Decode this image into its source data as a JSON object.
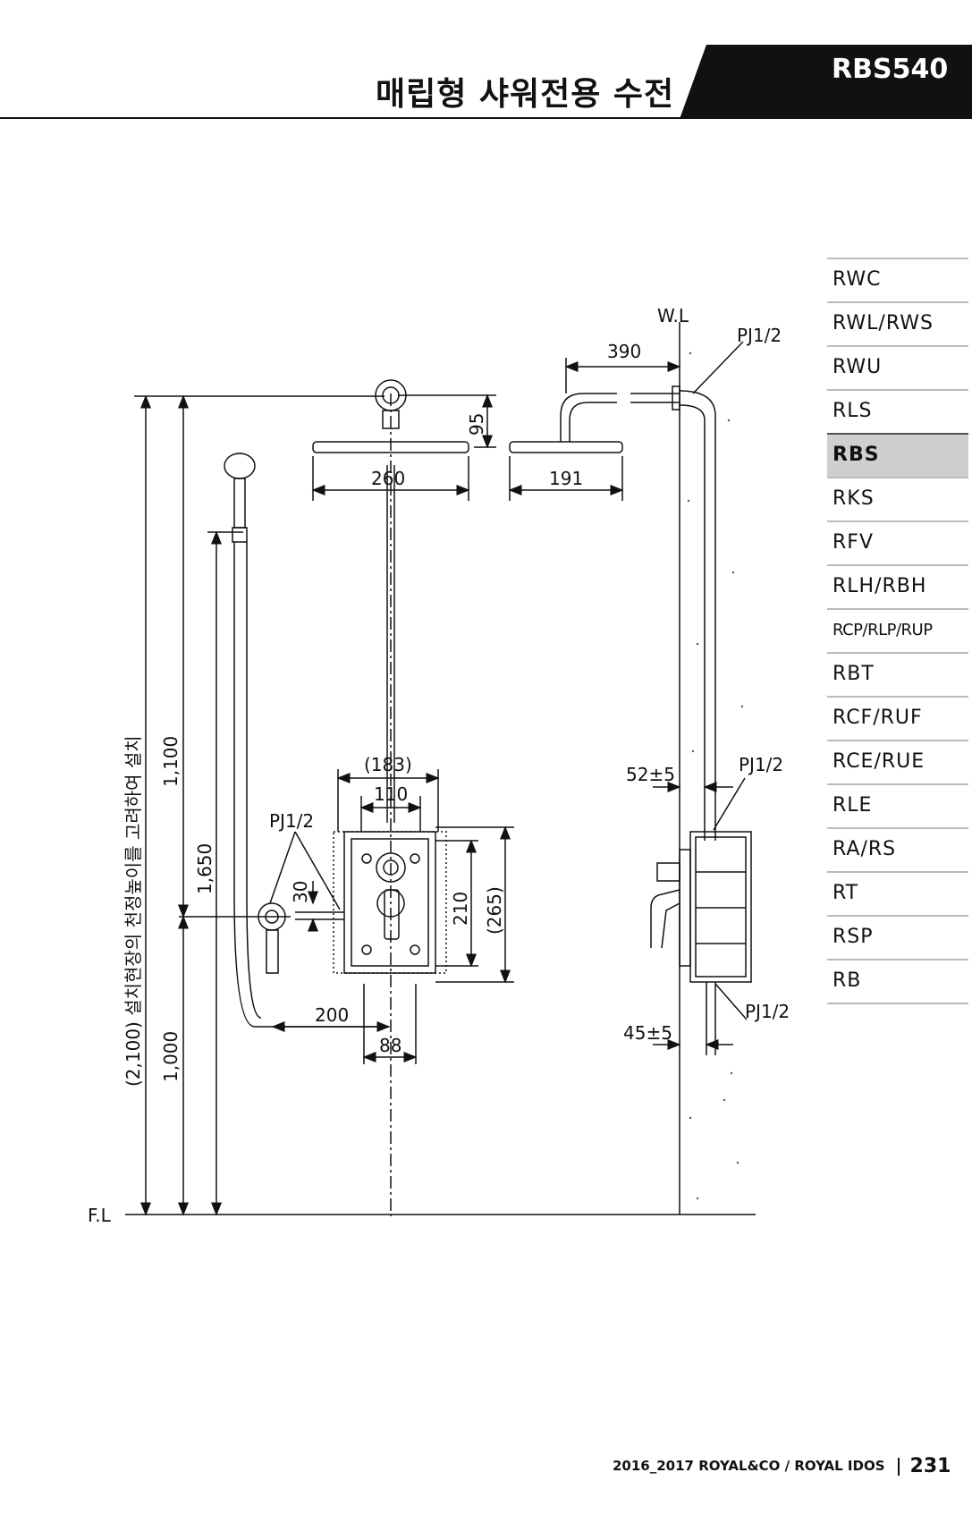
{
  "header": {
    "title": "매립형 샤워전용 수전",
    "model": "RBS540"
  },
  "nav": {
    "items": [
      {
        "label": "RWC"
      },
      {
        "label": "RWL/RWS"
      },
      {
        "label": "RWU"
      },
      {
        "label": "RLS"
      },
      {
        "label": "RBS",
        "active": true
      },
      {
        "label": "RKS"
      },
      {
        "label": "RFV"
      },
      {
        "label": "RLH/RBH"
      },
      {
        "label": "RCP/RLP/RUP"
      },
      {
        "label": "RBT"
      },
      {
        "label": "RCF/RUF"
      },
      {
        "label": "RCE/RUE"
      },
      {
        "label": "RLE"
      },
      {
        "label": "RA/RS"
      },
      {
        "label": "RT"
      },
      {
        "label": "RSP"
      },
      {
        "label": "RB"
      }
    ]
  },
  "drawing": {
    "wall_line": "W.L",
    "floor_line": "F.L",
    "install_note": "(2,100) 설치현장의 천정높이를 고려하여 설치",
    "h_1100": "1,100",
    "h_1650": "1,650",
    "h_1000": "1,000",
    "d_260": "260",
    "d_95": "95",
    "d_191": "191",
    "d_390": "390",
    "d_183": "(183)",
    "d_110": "110",
    "d_30": "30",
    "d_210": "210",
    "d_265": "(265)",
    "d_200": "200",
    "d_88": "88",
    "d_52": "52±5",
    "d_45": "45±5",
    "pj": "PJ1/2"
  },
  "footer": {
    "edition": "2016_2017 ROYAL&CO / ROYAL IDOS",
    "page": "231"
  }
}
